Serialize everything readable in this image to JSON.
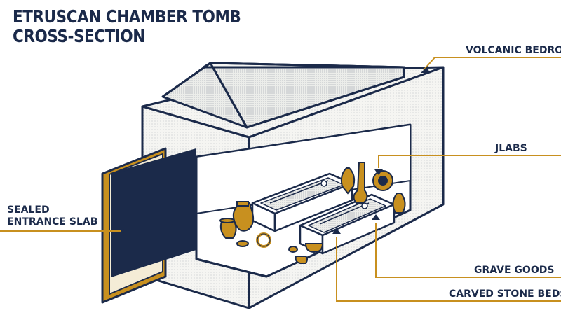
{
  "title": {
    "line1": "ETRUSCAN CHAMBER TOMB",
    "line2": "CROSS-SECTION"
  },
  "labels": {
    "bedrock": "VOLCANIC BEDROCK",
    "jlabs": "JLABS",
    "entrance_line1": "SEALED",
    "entrance_line2": "ENTRANCE SLAB",
    "grave_goods": "GRAVE GOODS",
    "stone_beds": "CARVED STONE BEDS"
  },
  "colors": {
    "navy": "#1b2a4a",
    "gold": "#c8901f",
    "stone": "#f4f4f1"
  }
}
